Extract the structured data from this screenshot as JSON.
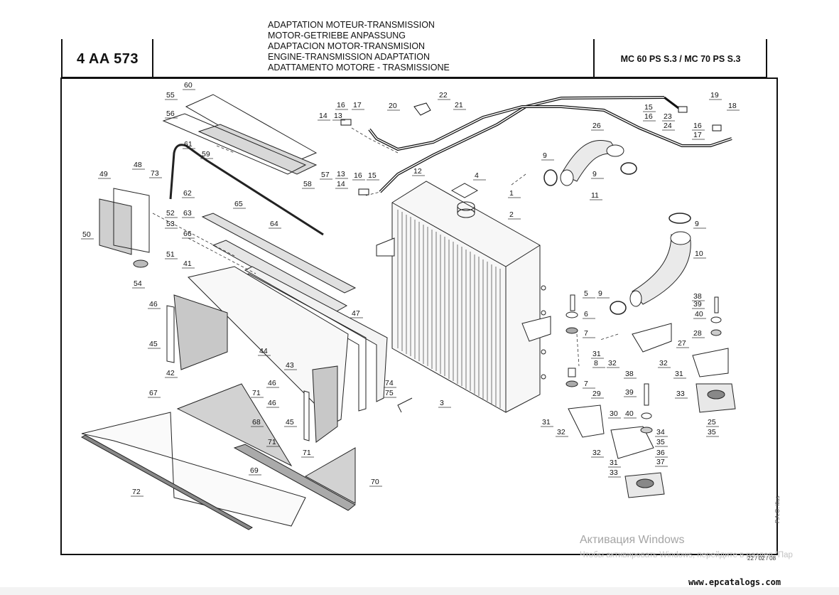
{
  "header": {
    "code": "4 AA 573",
    "titles": [
      "ADAPTATION MOTEUR-TRANSMISSION",
      "MOTOR-GETRIEBE ANPASSUNG",
      "ADAPTACION MOTOR-TRANSMISION",
      "ENGINE-TRANSMISSION ADAPTATION",
      "ADATTAMENTO MOTORE - TRASMISSIONE"
    ],
    "model": "MC 60 PS S.3 / MC 70 PS S.3"
  },
  "part_labels": [
    "60",
    "55",
    "56",
    "61",
    "59",
    "73",
    "57",
    "58",
    "48",
    "49",
    "52",
    "53",
    "50",
    "62",
    "65",
    "63",
    "64",
    "66",
    "51",
    "54",
    "41",
    "46",
    "45",
    "42",
    "44",
    "47",
    "43",
    "46",
    "74",
    "75",
    "67",
    "71",
    "68",
    "46",
    "45",
    "71",
    "71",
    "69",
    "70",
    "72",
    "14",
    "16",
    "13",
    "17",
    "20",
    "22",
    "21",
    "13",
    "14",
    "16",
    "15",
    "12",
    "4",
    "1",
    "2",
    "3",
    "15",
    "16",
    "23",
    "24",
    "19",
    "18",
    "16",
    "17",
    "26",
    "9",
    "9",
    "11",
    "9",
    "10",
    "5",
    "6",
    "7",
    "8",
    "7",
    "9",
    "31",
    "32",
    "29",
    "31",
    "32",
    "30",
    "32",
    "31",
    "33",
    "40",
    "38",
    "39",
    "34",
    "35",
    "36",
    "37",
    "27",
    "28",
    "38",
    "39",
    "40",
    "32",
    "31",
    "33",
    "25",
    "35"
  ],
  "watermark": {
    "line1": "Активация Windows",
    "line2": "Чтобы активировать Windows, перейдите в раздел \"Пар"
  },
  "footer": {
    "date": "22 / 02 / 08",
    "illus": "P.A.O. illus",
    "website": "www.epcatalogs.com"
  }
}
